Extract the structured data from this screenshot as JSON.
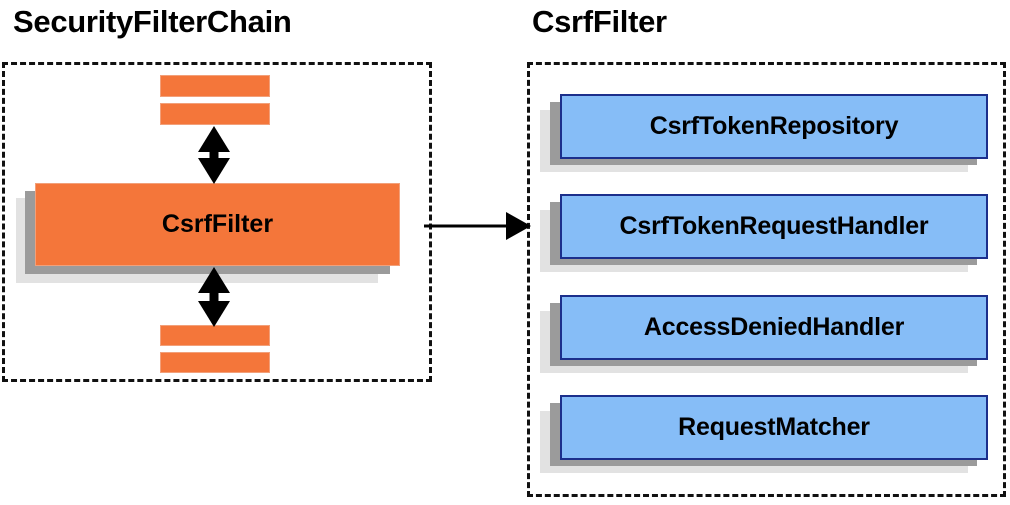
{
  "diagram": {
    "title_left": "SecurityFilterChain",
    "title_right": "CsrfFilter",
    "colors": {
      "orange_fill": "#f4763a",
      "orange_border": "#f2a07a",
      "blue_fill": "#86bdf7",
      "blue_border": "#1c2f8c",
      "shadow_dark": "#9b9b9b",
      "shadow_light": "#e2e2e2",
      "dash_border": "#111111",
      "arrow": "#000000"
    }
  },
  "left_panel": {
    "title": "SecurityFilterChain",
    "filter_box": {
      "label": "CsrfFilter"
    },
    "stub_filters": [
      {
        "label": ""
      },
      {
        "label": ""
      },
      {
        "label": ""
      },
      {
        "label": ""
      }
    ],
    "arrows": [
      {
        "name": "bidirectional-arrow-upper",
        "direction": "both"
      },
      {
        "name": "bidirectional-arrow-lower",
        "direction": "both"
      }
    ]
  },
  "right_panel": {
    "title": "CsrfFilter",
    "components": [
      {
        "label": "CsrfTokenRepository"
      },
      {
        "label": "CsrfTokenRequestHandler"
      },
      {
        "label": "AccessDeniedHandler"
      },
      {
        "label": "RequestMatcher"
      }
    ]
  },
  "connector": {
    "name": "csrf-filter-expansion-arrow",
    "direction": "right"
  }
}
